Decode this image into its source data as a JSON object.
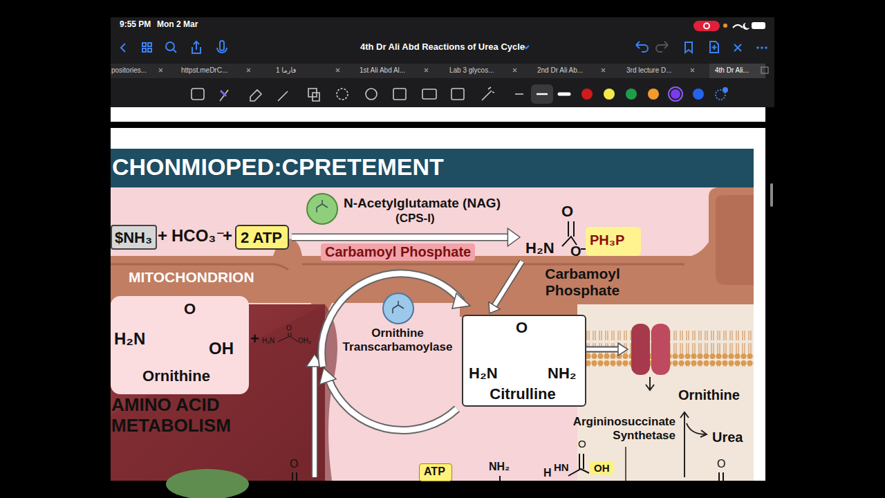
{
  "diagram": {
    "title": "CHONMIOPED:CPRETEMENT",
    "nodes": [
      {
        "text": [
          "$NH₃"
        ]
      },
      {
        "text": [
          "2 ATP"
        ]
      },
      {
        "text": [
          "O",
          "H₂N",
          "O",
          "Carbamoyl Phosphate"
        ]
      },
      {
        "text": [
          "PH₃P"
        ],
        "in": 2
      },
      {
        "text": [
          "O",
          "H₂N",
          "OH",
          "Ornithine"
        ]
      },
      {
        "text": [
          "O",
          "H₂N",
          "NH₂",
          "Citrulline"
        ]
      },
      {
        "text": [
          "ATP"
        ]
      }
    ],
    "edges": [
      {
        "from": 1,
        "to": 2,
        "arrow": "to"
      },
      {
        "from": 2,
        "to": 5,
        "arrow": "to"
      }
    ],
    "labels": [
      "9:55 PM",
      "Mon 2 Mar",
      "4th Dr Ali Abd Reactions of Urea Cycle",
      "positories...",
      "httpst.meDrC...",
      "1 فارما",
      "1st Ali Abd Al...",
      "Lab 3 glycos...",
      "2nd Dr Ali Ab...",
      "3rd lecture D...",
      "4th Dr Ali...",
      "+",
      "HCO₃⁻",
      "+",
      "N-Acetylglutamate (NAG)",
      "(CPS-I)",
      "Carbamoyl Phosphate",
      "MITOCHONDRION",
      "+",
      "O",
      "H₂N",
      "OH₂",
      "Ornithine Transcarbamoylase",
      "AMINO ACID METABOLISM",
      "Ornithine",
      "Argininosuccinate Synthetase",
      "Urea",
      "O",
      "NH₂",
      "O",
      "H",
      "HN",
      "OH",
      "O"
    ]
  }
}
